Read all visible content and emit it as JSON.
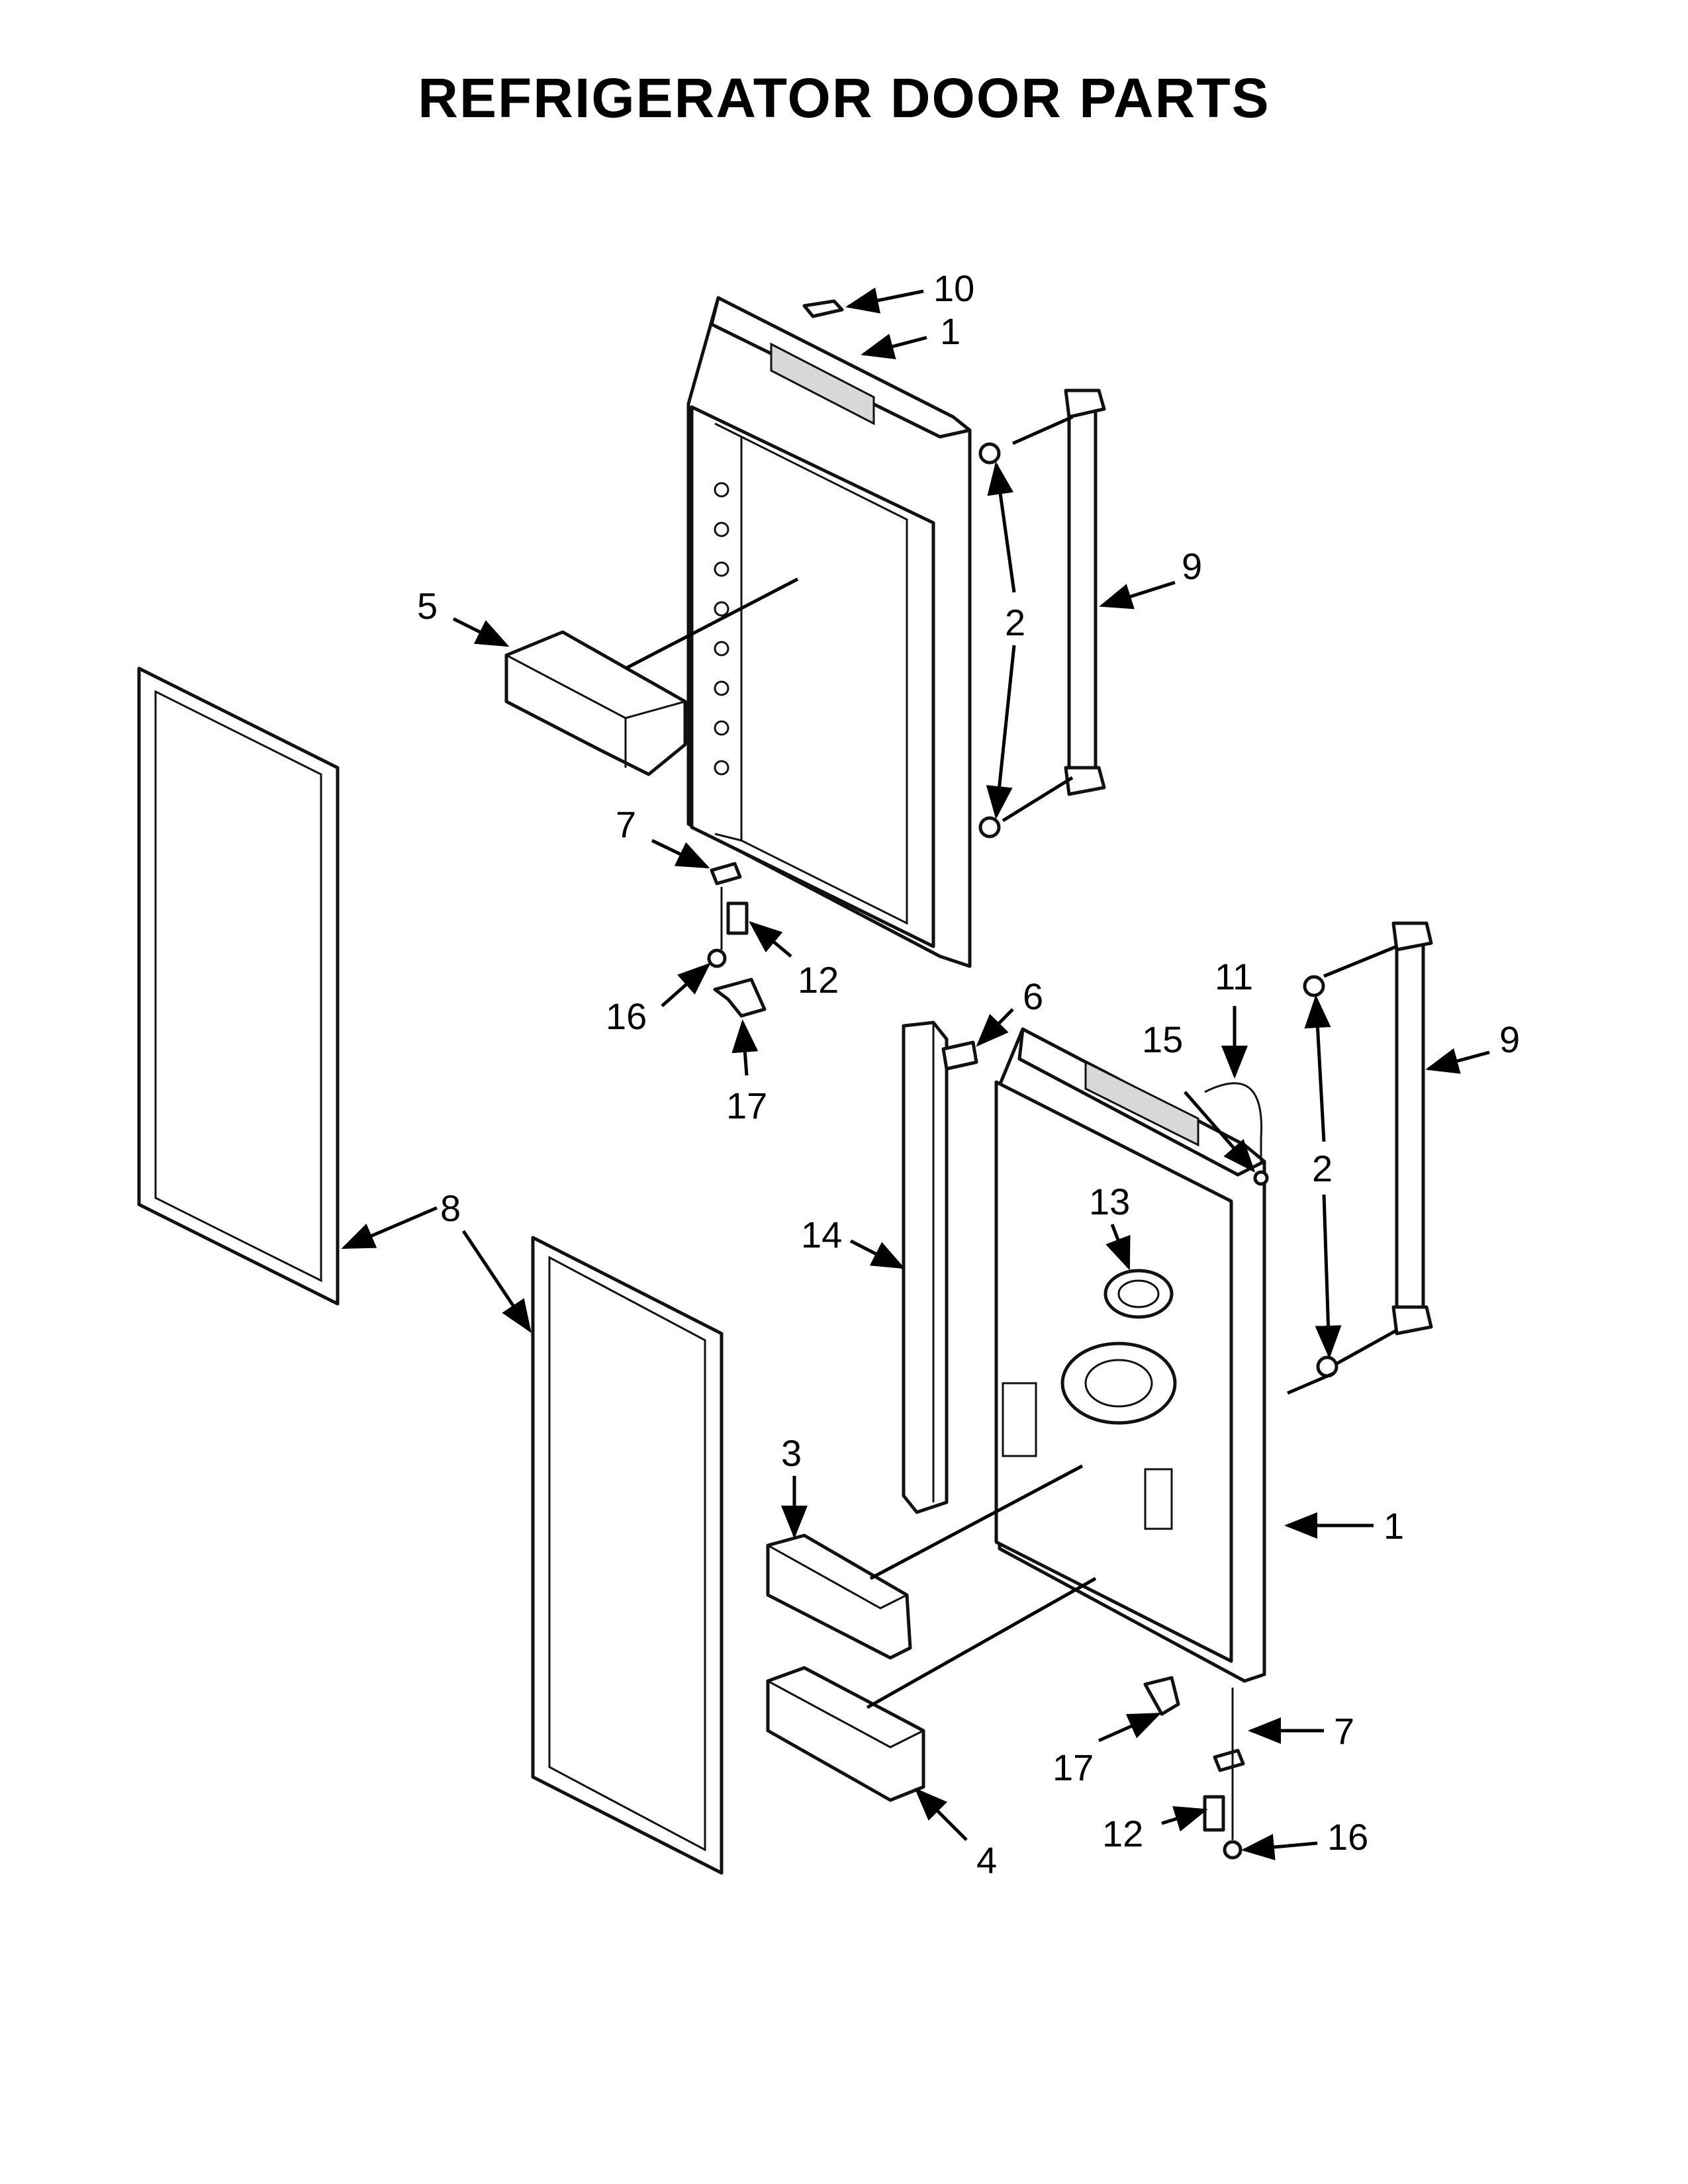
{
  "title": "REFRIGERATOR DOOR PARTS",
  "callouts": [
    {
      "id": "c-10",
      "text": "10"
    },
    {
      "id": "c-1-top",
      "text": "1"
    },
    {
      "id": "c-9-top",
      "text": "9"
    },
    {
      "id": "c-2-top",
      "text": "2"
    },
    {
      "id": "c-5",
      "text": "5"
    },
    {
      "id": "c-7-top",
      "text": "7"
    },
    {
      "id": "c-12-top",
      "text": "12"
    },
    {
      "id": "c-16-top",
      "text": "16"
    },
    {
      "id": "c-17-top",
      "text": "17"
    },
    {
      "id": "c-6",
      "text": "6"
    },
    {
      "id": "c-11",
      "text": "11"
    },
    {
      "id": "c-15",
      "text": "15"
    },
    {
      "id": "c-9-right",
      "text": "9"
    },
    {
      "id": "c-2-right",
      "text": "2"
    },
    {
      "id": "c-13",
      "text": "13"
    },
    {
      "id": "c-14",
      "text": "14"
    },
    {
      "id": "c-8",
      "text": "8"
    },
    {
      "id": "c-3",
      "text": "3"
    },
    {
      "id": "c-1-right",
      "text": "1"
    },
    {
      "id": "c-7-bottom",
      "text": "7"
    },
    {
      "id": "c-17-bottom",
      "text": "17"
    },
    {
      "id": "c-12-bottom",
      "text": "12"
    },
    {
      "id": "c-16-bottom",
      "text": "16"
    },
    {
      "id": "c-4",
      "text": "4"
    }
  ]
}
